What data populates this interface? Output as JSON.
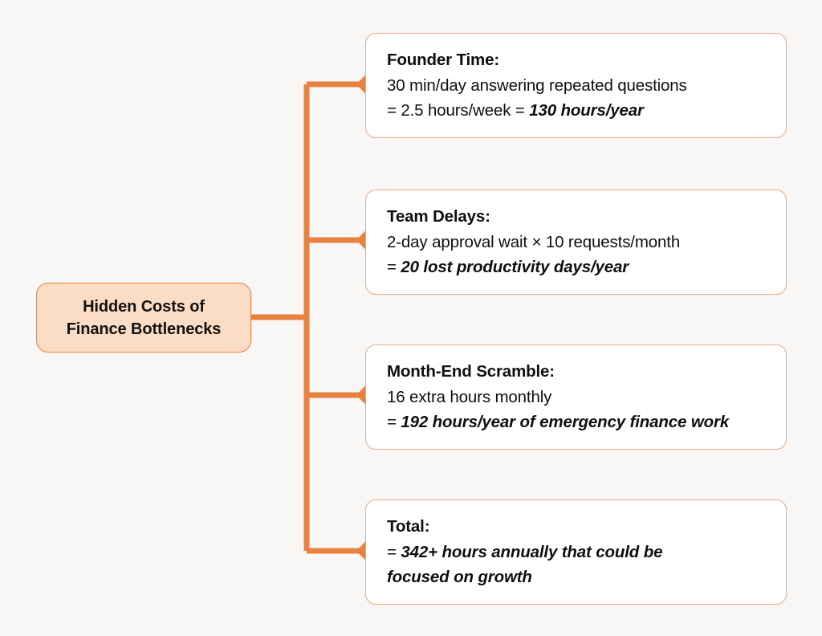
{
  "canvas": {
    "background_color": "#f8f7f5",
    "accent_color": "#e8813f",
    "box_border_color": "#f0a97b",
    "root_fill_color": "#fbdcc4",
    "text_color": "#0f0f0f"
  },
  "root": {
    "line1": "Hidden Costs of",
    "line2": "Finance Bottlenecks"
  },
  "branches": [
    {
      "title": "Founder Time:",
      "body": "30 min/day answering repeated questions",
      "eq_prefix": "= 2.5 hours/week = ",
      "highlight": "130 hours/year",
      "wrap": ""
    },
    {
      "title": "Team Delays:",
      "body": "2-day approval wait × 10 requests/month",
      "eq_prefix": "= ",
      "highlight": "20 lost productivity days/year",
      "wrap": ""
    },
    {
      "title": "Month-End Scramble:",
      "body": "16 extra hours monthly",
      "eq_prefix": "= ",
      "highlight": "192 hours/year of emergency finance work",
      "wrap": ""
    },
    {
      "title": "Total:",
      "body": "",
      "eq_prefix": "= ",
      "highlight": "342+ hours annually that could be",
      "wrap": "focused on growth"
    }
  ]
}
